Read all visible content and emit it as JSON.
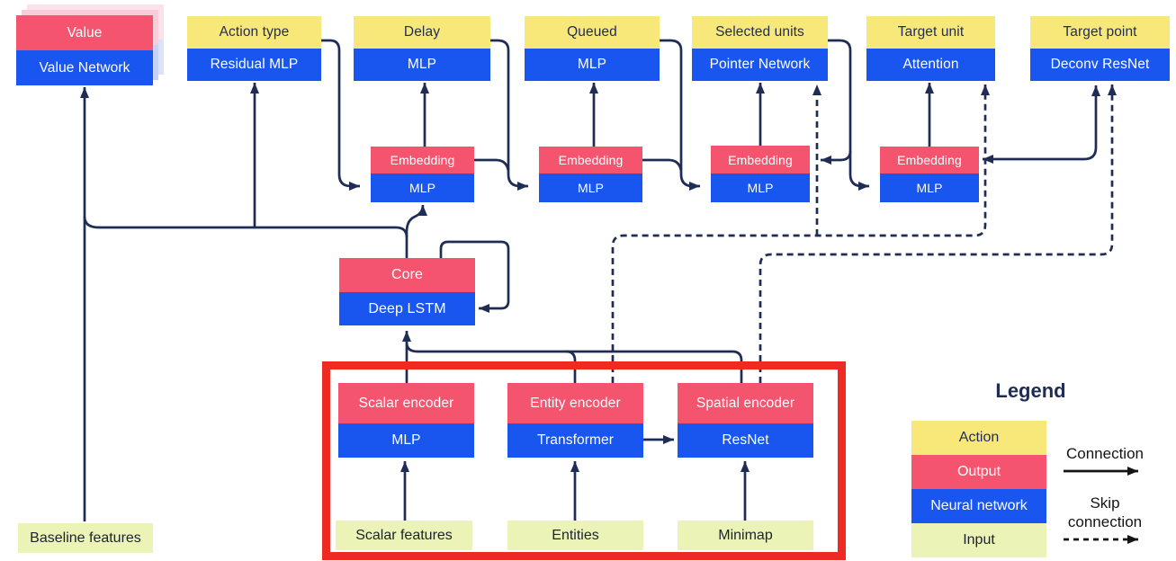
{
  "nodes": {
    "value": {
      "output": "Value",
      "network": "Value Network"
    },
    "action_type": {
      "action": "Action type",
      "network": "Residual MLP"
    },
    "delay": {
      "action": "Delay",
      "network": "MLP"
    },
    "queued": {
      "action": "Queued",
      "network": "MLP"
    },
    "selected_units": {
      "action": "Selected units",
      "network": "Pointer Network"
    },
    "target_unit": {
      "action": "Target unit",
      "network": "Attention"
    },
    "target_point": {
      "action": "Target point",
      "network": "Deconv ResNet"
    },
    "embedding_1": {
      "output": "Embedding",
      "network": "MLP"
    },
    "embedding_2": {
      "output": "Embedding",
      "network": "MLP"
    },
    "embedding_3": {
      "output": "Embedding",
      "network": "MLP"
    },
    "embedding_4": {
      "output": "Embedding",
      "network": "MLP"
    },
    "core": {
      "output": "Core",
      "network": "Deep LSTM"
    },
    "scalar_encoder": {
      "output": "Scalar encoder",
      "network": "MLP"
    },
    "entity_encoder": {
      "output": "Entity encoder",
      "network": "Transformer"
    },
    "spatial_encoder": {
      "output": "Spatial encoder",
      "network": "ResNet"
    }
  },
  "inputs": {
    "baseline": "Baseline features",
    "scalar": "Scalar features",
    "entities": "Entities",
    "minimap": "Minimap"
  },
  "legend": {
    "title": "Legend",
    "items": [
      {
        "label": "Action",
        "type": "action"
      },
      {
        "label": "Output",
        "type": "output"
      },
      {
        "label": "Neural network",
        "type": "network"
      },
      {
        "label": "Input",
        "type": "input"
      }
    ],
    "connection_label": "Connection",
    "skip_connection_label": "Skip connection"
  },
  "colors": {
    "action": "#F8E87A",
    "output": "#F5546F",
    "network": "#1856EF",
    "input": "#EBF3B7",
    "line": "#1F2C56",
    "highlight": "#EE2B23",
    "shadow_pink_1": "#FACBD9",
    "shadow_blue_1": "#C5D2F8",
    "shadow_pink_2": "#FCE0EA",
    "shadow_blue_2": "#DBE3FB"
  }
}
